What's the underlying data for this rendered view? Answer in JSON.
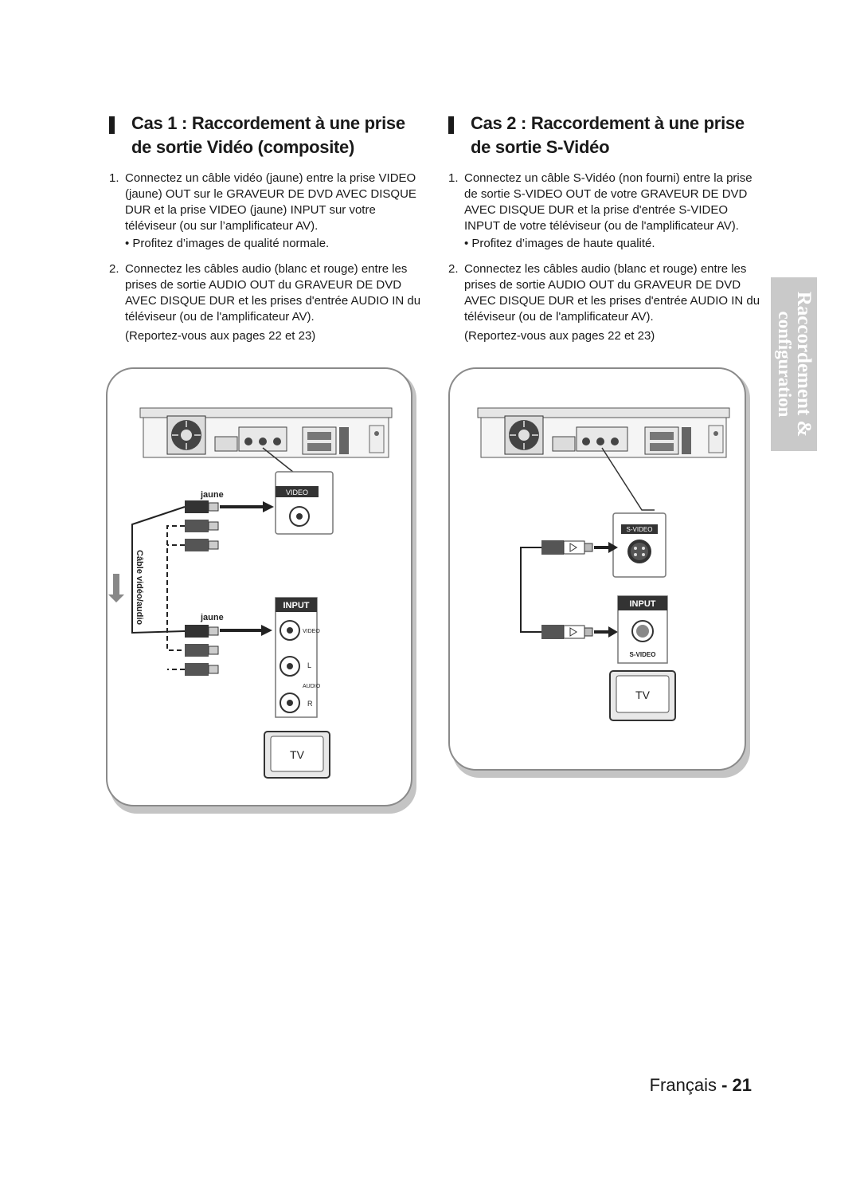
{
  "left": {
    "heading_line1": "Cas 1 : Raccordement à une prise",
    "heading_line2": "de sortie Vidéo (composite)",
    "steps": [
      {
        "num": "1.",
        "text": "Connectez un câble vidéo (jaune) entre la prise VIDEO (jaune) OUT sur le GRAVEUR DE DVD AVEC DISQUE DUR et la prise VIDEO (jaune) INPUT sur votre téléviseur (ou sur l’amplificateur AV).",
        "bullet": "• Profitez d’images de qualité normale."
      },
      {
        "num": "2.",
        "text": "Connectez les câbles audio (blanc et rouge) entre les prises de sortie AUDIO OUT du GRAVEUR DE DVD AVEC DISQUE DUR et les prises d'entrée AUDIO IN du téléviseur (ou de l'amplificateur AV).",
        "ref": "(Reportez-vous aux pages 22 et 23)"
      }
    ]
  },
  "right": {
    "heading_line1": "Cas 2 : Raccordement à une prise",
    "heading_line2": "de sortie S-Vidéo",
    "steps": [
      {
        "num": "1.",
        "text": "Connectez un câble S-Vidéo (non fourni) entre la prise de sortie S-VIDEO OUT de votre GRAVEUR DE DVD AVEC DISQUE DUR et la prise d'entrée S-VIDEO INPUT de votre téléviseur (ou de l'amplificateur AV).",
        "bullet": "• Profitez d’images de haute qualité."
      },
      {
        "num": "2.",
        "text": "Connectez les câbles audio (blanc et rouge) entre les prises de sortie AUDIO OUT du GRAVEUR DE DVD AVEC DISQUE DUR et les prises d'entrée AUDIO IN du téléviseur (ou de l'amplificateur AV).",
        "ref": "(Reportez-vous aux pages 22 et 23)"
      }
    ]
  },
  "side_tab": {
    "line1": "Raccordement &",
    "line2": "configuration"
  },
  "figure1": {
    "jaune_top": "jaune",
    "jaune_bottom": "jaune",
    "cable_label": "Câble vidéo/audio",
    "video_port": "VIDEO",
    "input_badge": "INPUT",
    "input_video": "VIDEO",
    "audio_l": "L",
    "audio_label": "AUDIO",
    "audio_r": "R",
    "tv": "TV"
  },
  "figure2": {
    "svideo_port": "S-VIDEO",
    "input_badge": "INPUT",
    "input_svideo": "S-VIDEO",
    "tv": "TV"
  },
  "footer": {
    "lang": "Français",
    "sep": " - ",
    "page": "21"
  }
}
